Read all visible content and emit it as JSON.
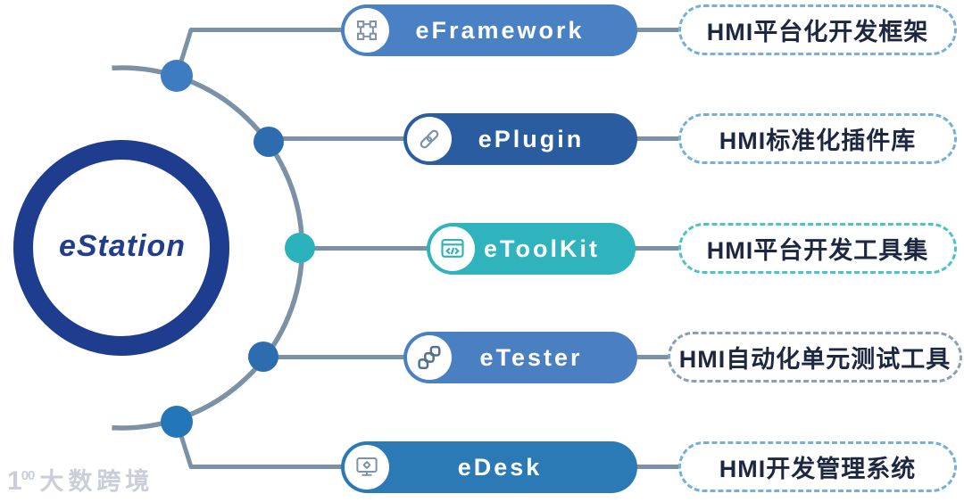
{
  "center": {
    "title": "eStation"
  },
  "nodes": [
    {
      "id": "eframework",
      "label": "eFramework",
      "desc": "HMI平台化开发框架",
      "icon": "frame-transform-icon",
      "pill_color": "#4a81c4",
      "dot_color": "#3d7cc1",
      "dash_color": "#74b0dc"
    },
    {
      "id": "eplugin",
      "label": "ePlugin",
      "desc": "HMI标准化插件库",
      "icon": "chain-link-icon",
      "pill_color": "#2a5d9f",
      "dot_color": "#2e6cb0",
      "dash_color": "#74b0dc"
    },
    {
      "id": "etoolkit",
      "label": "eToolKit",
      "desc": "HMI平台开发工具集",
      "icon": "code-window-icon",
      "pill_color": "#2fb3bc",
      "dot_color": "#2bb3bd",
      "dash_color": "#4cc3c9"
    },
    {
      "id": "etester",
      "label": "eTester",
      "desc": "HMI自动化单元测试工具",
      "icon": "test-nodes-icon",
      "pill_color": "#4a80c2",
      "dot_color": "#2e6cb0",
      "dash_color": "#8aa0b5"
    },
    {
      "id": "edesk",
      "label": "eDesk",
      "desc": "HMI开发管理系统",
      "icon": "monitor-gear-icon",
      "pill_color": "#2b79b5",
      "dot_color": "#2377b8",
      "dash_color": "#74b0dc"
    }
  ],
  "colors": {
    "ring": "#1e3d8f",
    "title_text": "#203d8e",
    "wire": "#7b92a6",
    "desc_text": "#1d2742",
    "pill_text": "#ffffff"
  },
  "watermark": {
    "logo": "1",
    "logo_sup": "00",
    "text": "大数跨境"
  }
}
